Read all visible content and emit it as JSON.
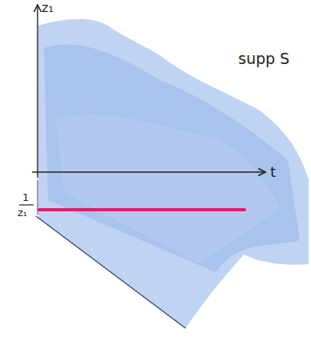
{
  "diagram": {
    "labels": [
      "z₁",
      "t",
      "supp S",
      "1",
      "z₁"
    ]
  }
}
